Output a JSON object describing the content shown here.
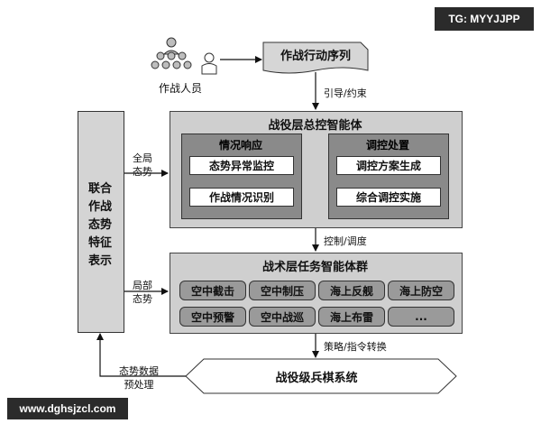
{
  "watermark_top": "TG: MYYJJPP",
  "watermark_bottom": "www.dghsjzcl.com",
  "personnel_label": "作战人员",
  "action_sequence_label": "作战行动序列",
  "guide_constrain_label": "引导/约束",
  "left_box_lines": [
    "联合",
    "作战",
    "态势",
    "特征",
    "表示"
  ],
  "global_situation": [
    "全局",
    "态势"
  ],
  "local_situation": [
    "局部",
    "态势"
  ],
  "campaign": {
    "title": "战役层总控智能体",
    "situation_response": {
      "title": "情况响应",
      "items": [
        "态势异常监控",
        "作战情况识别"
      ]
    },
    "control_disposal": {
      "title": "调控处置",
      "items": [
        "调控方案生成",
        "综合调控实施"
      ]
    }
  },
  "control_schedule_label": "控制/调度",
  "tactical": {
    "title": "战术层任务智能体群",
    "agents": [
      "空中截击",
      "空中制压",
      "海上反舰",
      "海上防空",
      "空中预警",
      "空中战巡",
      "海上布雷",
      "..."
    ]
  },
  "strategy_command_label": "策略/指令转换",
  "situation_preprocess": [
    "态势数据",
    "预处理"
  ],
  "simulation_system": "战役级兵棋系统"
}
